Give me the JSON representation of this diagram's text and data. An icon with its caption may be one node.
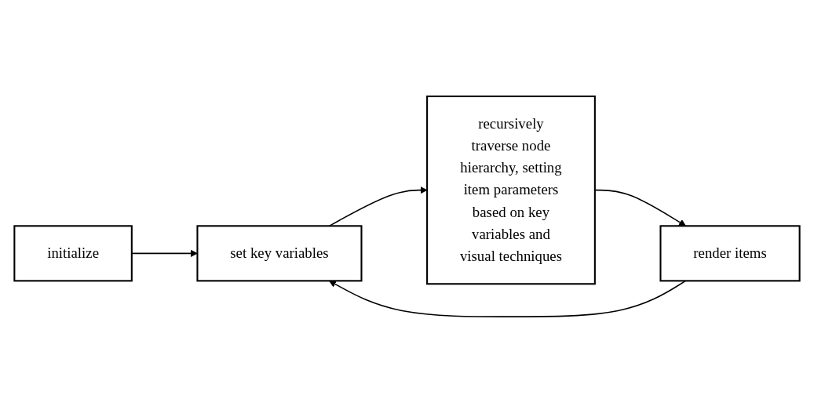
{
  "diagram": {
    "nodes": [
      {
        "text": [
          "initialize"
        ]
      },
      {
        "text": [
          "set key variables"
        ]
      },
      {
        "text": [
          "recursively traverse node hierarchy, setting item parameters based on key variables and visual techniques"
        ]
      },
      {
        "text": [
          "render items"
        ]
      }
    ],
    "edges": [
      {
        "from": 0,
        "to": 1,
        "arrow": "to"
      },
      {
        "from": 1,
        "to": 2,
        "arrow": "to"
      },
      {
        "from": 2,
        "to": 3,
        "arrow": "to"
      },
      {
        "from": 3,
        "to": 1,
        "arrow": "to"
      }
    ]
  }
}
